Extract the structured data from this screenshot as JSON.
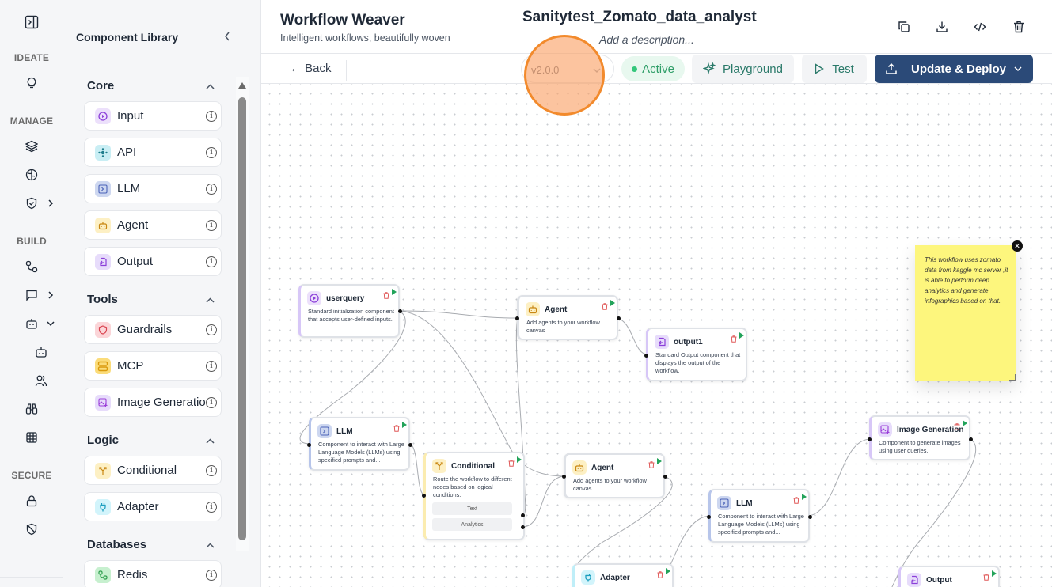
{
  "rail": {
    "toggle_icon": "panel-right-open-icon",
    "sections": [
      {
        "label": "IDEATE",
        "items": [
          {
            "icon": "lightbulb-icon",
            "name": "ideate-ideas"
          }
        ]
      },
      {
        "label": "MANAGE",
        "items": [
          {
            "icon": "layers-icon",
            "name": "manage-layers"
          },
          {
            "icon": "brain-icon",
            "name": "manage-brain"
          },
          {
            "icon": "shield-check-icon",
            "name": "manage-guard",
            "expand": "collapsed"
          }
        ]
      },
      {
        "label": "BUILD",
        "items": [
          {
            "icon": "workflow-icon",
            "name": "build-workflows"
          },
          {
            "icon": "chat-icon",
            "name": "build-chat",
            "expand": "collapsed"
          },
          {
            "icon": "bot-icon",
            "name": "build-agents",
            "expand": "expanded"
          },
          {
            "icon": "bot-icon",
            "name": "build-agent-sub"
          },
          {
            "icon": "users-icon",
            "name": "build-multi-agent"
          },
          {
            "icon": "binoculars-icon",
            "name": "build-explore"
          },
          {
            "icon": "grid-icon",
            "name": "build-grid"
          }
        ]
      },
      {
        "label": "SECURE",
        "items": [
          {
            "icon": "lock-icon",
            "name": "secure-lock"
          },
          {
            "icon": "shield-off-icon",
            "name": "secure-shield"
          }
        ]
      }
    ]
  },
  "library": {
    "title": "Component Library",
    "groups": [
      {
        "title": "Core",
        "items": [
          {
            "label": "Input",
            "icon": "play-circle-icon",
            "color": "#8b3fd9",
            "bg": "#ece0fb"
          },
          {
            "label": "API",
            "icon": "api-icon",
            "color": "#1e7d8c",
            "bg": "#c9eef4"
          },
          {
            "label": "LLM",
            "icon": "terminal-square-icon",
            "color": "#4b63b8",
            "bg": "#cdd7f0"
          },
          {
            "label": "Agent",
            "icon": "bot-icon",
            "color": "#c98712",
            "bg": "#fdf0c4"
          },
          {
            "label": "Output",
            "icon": "file-output-icon",
            "color": "#8b3fd9",
            "bg": "#e7dcfb"
          }
        ]
      },
      {
        "title": "Tools",
        "items": [
          {
            "label": "Guardrails",
            "icon": "shield-icon",
            "color": "#d9434f",
            "bg": "#fbd5d8"
          },
          {
            "label": "MCP",
            "icon": "server-icon",
            "color": "#d99a0d",
            "bg": "#fbdc7a"
          },
          {
            "label": "Image Generation",
            "icon": "image-plus-icon",
            "color": "#9b3fd9",
            "bg": "#e7dcfb"
          }
        ]
      },
      {
        "title": "Logic",
        "items": [
          {
            "label": "Conditional",
            "icon": "split-icon",
            "color": "#c98712",
            "bg": "#fdf0c4"
          },
          {
            "label": "Adapter",
            "icon": "plug-icon",
            "color": "#1c9fc0",
            "bg": "#d2f4fb"
          }
        ]
      },
      {
        "title": "Databases",
        "items": [
          {
            "label": "Redis",
            "icon": "database-link-icon",
            "color": "#2f9e4e",
            "bg": "#c7f0cf"
          }
        ]
      }
    ]
  },
  "header": {
    "app_title": "Workflow Weaver",
    "app_subtitle": "Intelligent workflows, beautifully woven",
    "workflow_name": "Sanitytest_Zomato_data_analyst",
    "description_placeholder": "Add a description...",
    "actions": [
      "copy-icon",
      "download-icon",
      "code-icon",
      "trash-icon"
    ]
  },
  "toolbar": {
    "back_label": "← Back",
    "version": "v2.0.0",
    "status": "Active",
    "playground_label": "Playground",
    "test_label": "Test",
    "deploy_label": "Update & Deploy"
  },
  "canvas": {
    "nodes": [
      {
        "id": "userquery",
        "title": "userquery",
        "desc": "Standard initialization component that accepts user-defined inputs.",
        "type": "input"
      },
      {
        "id": "agent1",
        "title": "Agent",
        "desc": "Add agents to your workflow canvas",
        "type": "agent"
      },
      {
        "id": "output1",
        "title": "output1",
        "desc": "Standard Output component that displays the output of the workflow.",
        "type": "output"
      },
      {
        "id": "llm1",
        "title": "LLM",
        "desc": "Component to interact with Large Language Models (LLMs) using specified prompts and...",
        "type": "llm"
      },
      {
        "id": "conditional",
        "title": "Conditional",
        "desc": "Route the workflow to different nodes based on logical conditions.",
        "type": "conditional",
        "branches": [
          "Text",
          "Analytics"
        ]
      },
      {
        "id": "agent2",
        "title": "Agent",
        "desc": "Add agents to your workflow canvas",
        "type": "agent"
      },
      {
        "id": "llm2",
        "title": "LLM",
        "desc": "Component to interact with Large Language Models (LLMs) using specified prompts and...",
        "type": "llm"
      },
      {
        "id": "imagegen",
        "title": "Image Generation",
        "desc": "Component to generate images using user queries.",
        "type": "image"
      },
      {
        "id": "adapter",
        "title": "Adapter",
        "desc": "",
        "type": "adapter"
      },
      {
        "id": "output2",
        "title": "Output",
        "desc": "",
        "type": "output"
      }
    ],
    "sticky_note": "This workflow  uses zomato data from kaggle mc server ,it is able to perform deep analytics and generate infographics based on that."
  }
}
